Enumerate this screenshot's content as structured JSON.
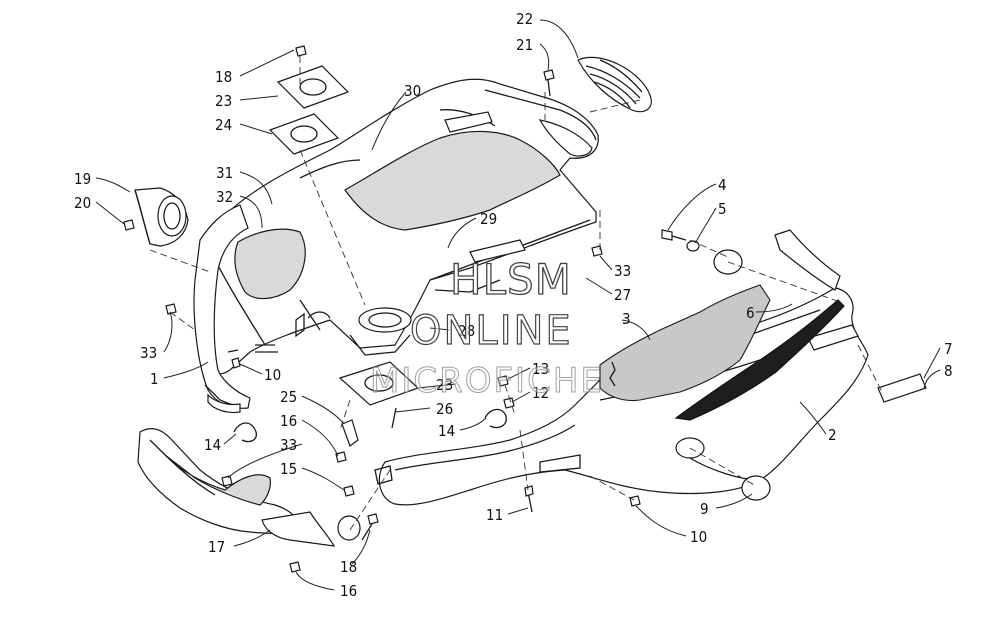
{
  "watermark": {
    "line1": "HLSM",
    "line2": "ONLINE",
    "line3": "MICROFICHE"
  },
  "callouts": [
    {
      "id": "c-22-top",
      "label": "22"
    },
    {
      "id": "c-21",
      "label": "21"
    },
    {
      "id": "c-18-top",
      "label": "18"
    },
    {
      "id": "c-23-top",
      "label": "23"
    },
    {
      "id": "c-24",
      "label": "24"
    },
    {
      "id": "c-30",
      "label": "30"
    },
    {
      "id": "c-19",
      "label": "19"
    },
    {
      "id": "c-20",
      "label": "20"
    },
    {
      "id": "c-31",
      "label": "31"
    },
    {
      "id": "c-32",
      "label": "32"
    },
    {
      "id": "c-29",
      "label": "29"
    },
    {
      "id": "c-4",
      "label": "4"
    },
    {
      "id": "c-5",
      "label": "5"
    },
    {
      "id": "c-33-right",
      "label": "33"
    },
    {
      "id": "c-27",
      "label": "27"
    },
    {
      "id": "c-3",
      "label": "3"
    },
    {
      "id": "c-6",
      "label": "6"
    },
    {
      "id": "c-28",
      "label": "28"
    },
    {
      "id": "c-33-left",
      "label": "33"
    },
    {
      "id": "c-1",
      "label": "1"
    },
    {
      "id": "c-10-left",
      "label": "10"
    },
    {
      "id": "c-7",
      "label": "7"
    },
    {
      "id": "c-8",
      "label": "8"
    },
    {
      "id": "c-13",
      "label": "13"
    },
    {
      "id": "c-12",
      "label": "12"
    },
    {
      "id": "c-23-mid",
      "label": "23"
    },
    {
      "id": "c-25",
      "label": "25"
    },
    {
      "id": "c-26",
      "label": "26"
    },
    {
      "id": "c-14-mid",
      "label": "14"
    },
    {
      "id": "c-16-mid",
      "label": "16"
    },
    {
      "id": "c-14-left",
      "label": "14"
    },
    {
      "id": "c-33-low",
      "label": "33"
    },
    {
      "id": "c-2",
      "label": "2"
    },
    {
      "id": "c-15",
      "label": "15"
    },
    {
      "id": "c-9",
      "label": "9"
    },
    {
      "id": "c-11",
      "label": "11"
    },
    {
      "id": "c-10-right",
      "label": "10"
    },
    {
      "id": "c-17",
      "label": "17"
    },
    {
      "id": "c-18-low",
      "label": "18"
    },
    {
      "id": "c-16-low",
      "label": "16"
    }
  ]
}
